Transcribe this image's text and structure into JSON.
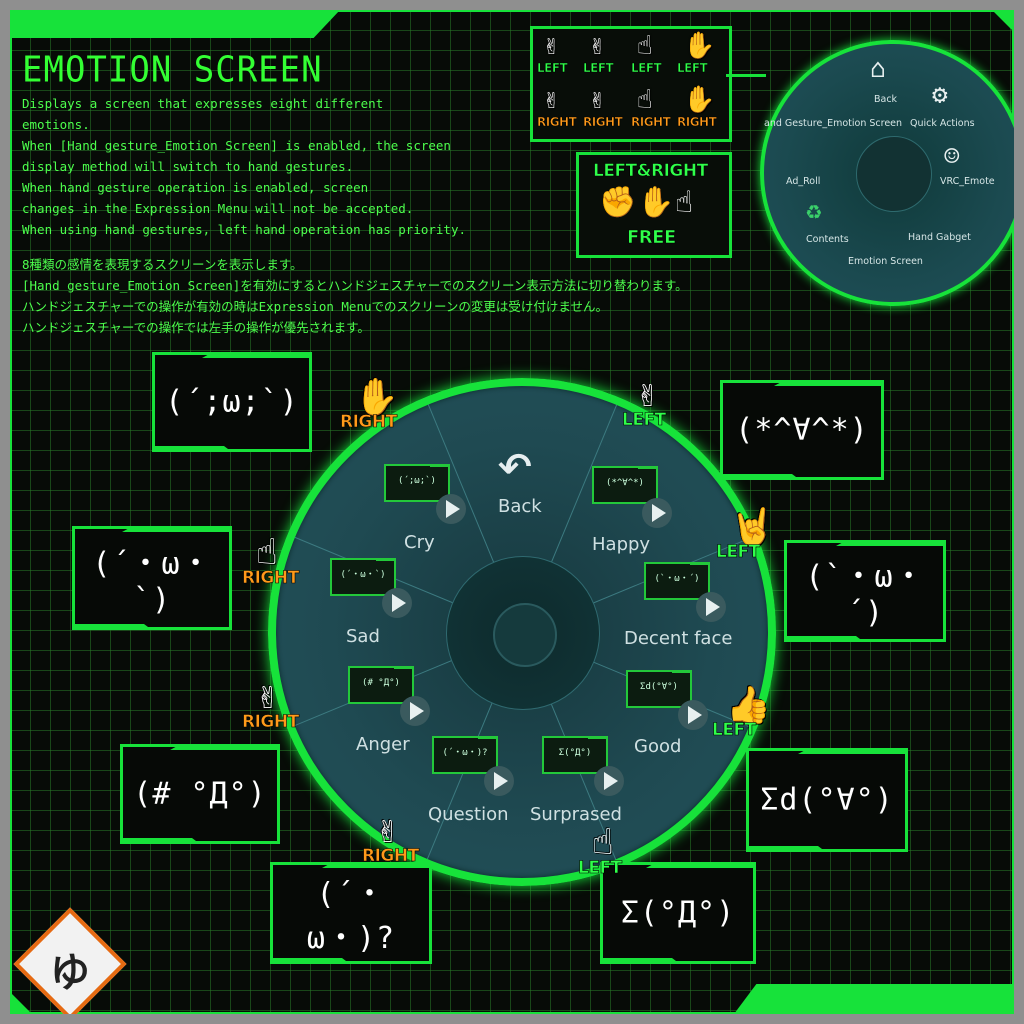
{
  "title": "EMOTION SCREEN",
  "description_en": [
    "Displays a screen that expresses eight different",
    "emotions.",
    "When [Hand gesture_Emotion Screen] is enabled, the screen",
    "display method will switch to hand gestures.",
    "When hand gesture operation is enabled, screen",
    "changes in the Expression Menu will not be accepted.",
    "When using hand gestures, left hand operation has priority."
  ],
  "description_jp": [
    "8種類の感情を表現するスクリーンを表示します。",
    "[Hand gesture_Emotion Screen]を有効にするとハンドジェスチャーでのスクリーン表示方法に切り替わります。",
    "ハンドジェスチャーでの操作が有効の時はExpression Menuでのスクリーンの変更は受け付けません。",
    "ハンドジェスチャーでの操作では左手の操作が優先されます。"
  ],
  "hand_panel": {
    "left_tags": [
      "LEFT",
      "LEFT",
      "LEFT",
      "LEFT"
    ],
    "right_tags": [
      "RIGHT",
      "RIGHT",
      "RIGHT",
      "RIGHT"
    ],
    "free_title": "LEFT&RIGHT",
    "free_label": "FREE"
  },
  "mini_menu": {
    "items": {
      "back": "Back",
      "quick_actions": "Quick Actions",
      "vrc_emote": "VRC_Emote",
      "hand_gadget": "Hand Gabget",
      "emotion_screen": "Emotion Screen",
      "contents": "Contents",
      "ad_roll": "Ad_Roll",
      "hand_gesture_emotion": "and Gesture_Emotion Screen"
    }
  },
  "wheel": {
    "back": "Back",
    "items": [
      {
        "label": "Happy",
        "card": "(*^∀^*)"
      },
      {
        "label": "Decent face",
        "card": "(`・ω・´)"
      },
      {
        "label": "Good",
        "card": "Σd(°∀°)"
      },
      {
        "label": "Surprased",
        "card": "Σ(°Д°)"
      },
      {
        "label": "Question",
        "card": "(´・ω・)?"
      },
      {
        "label": "Anger",
        "card": "(# °Д°)"
      },
      {
        "label": "Sad",
        "card": "(´・ω・`)"
      },
      {
        "label": "Cry",
        "card": "(´;ω;`)"
      }
    ]
  },
  "emoticons": {
    "cry": "(´;ω;`)",
    "happy": "(*^∀^*)",
    "sad": "(´・ω・`)",
    "decent": "(`・ω・´)",
    "anger": "(# °Д°)",
    "good": "Σd(°∀°)",
    "question": "(´・ω・)?",
    "surprised": "Σ(°Д°)"
  },
  "gestures": {
    "cry": "RIGHT",
    "happy": "LEFT",
    "sad": "RIGHT",
    "decent": "LEFT",
    "anger": "RIGHT",
    "good": "LEFT",
    "question": "RIGHT",
    "surprised": "LEFT"
  },
  "colors": {
    "accent": "#17e23a",
    "left_tag": "#2fff4a",
    "right_tag": "#ff9a1a",
    "logo_border": "#e66a12"
  }
}
